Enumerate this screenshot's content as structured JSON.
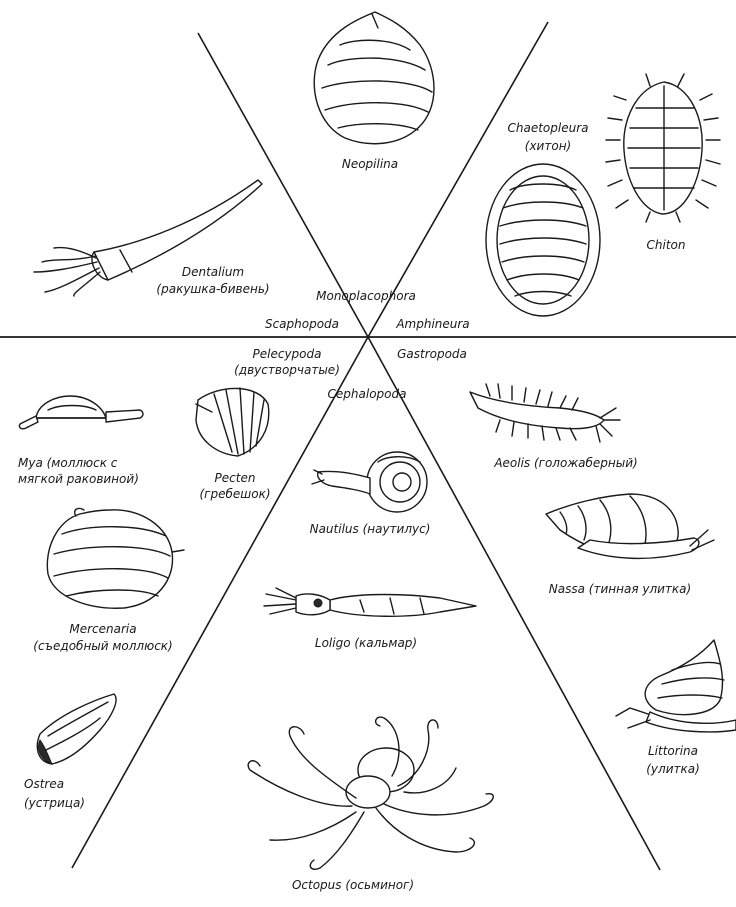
{
  "colors": {
    "ink": "#1a1a1a",
    "paper": "#ffffff"
  },
  "classes": {
    "monoplacophora": "Monoplacophora",
    "scaphopoda": "Scaphopoda",
    "amphineura": "Amphineura",
    "pelecypoda": "Pelecypoda",
    "pelecypoda_ru": "(двустворчатые)",
    "gastropoda": "Gastropoda",
    "cephalopoda": "Cephalopoda"
  },
  "animals": {
    "neopilina": {
      "name": "Neopilina",
      "icon": "neopilina-shell-icon"
    },
    "dentalium": {
      "name": "Dentalium",
      "ru": "(ракушка-бивень)",
      "icon": "tusk-shell-icon"
    },
    "chaetopleura": {
      "name": "Chaetopleura",
      "ru": "(хитон)",
      "icon": "chiton-plates-icon"
    },
    "chiton": {
      "name": "Chiton",
      "icon": "chiton-bristled-icon"
    },
    "mya": {
      "name": "Mya (моллюск с",
      "name2": "мягкой раковиной)",
      "icon": "softshell-clam-icon"
    },
    "pecten": {
      "name": "Pecten",
      "ru": "(гребешок)",
      "icon": "scallop-icon"
    },
    "mercenaria": {
      "name": "Mercenaria",
      "ru": "(съедобный моллюск)",
      "icon": "hard-clam-icon"
    },
    "ostrea": {
      "name": "Ostrea",
      "ru": "(устрица)",
      "icon": "oyster-icon"
    },
    "nautilus": {
      "name": "Nautilus (наутилус)",
      "icon": "nautilus-icon"
    },
    "loligo": {
      "name": "Loligo (кальмар)",
      "icon": "squid-icon"
    },
    "octopus": {
      "name": "Octopus (осьминог)",
      "icon": "octopus-icon"
    },
    "aeolis": {
      "name": "Aeolis (голожаберный)",
      "icon": "sea-slug-icon"
    },
    "nassa": {
      "name": "Nassa (тинная улитка)",
      "icon": "mud-snail-icon"
    },
    "littorina": {
      "name": "Littorina",
      "ru": "(улитка)",
      "icon": "periwinkle-icon"
    }
  }
}
